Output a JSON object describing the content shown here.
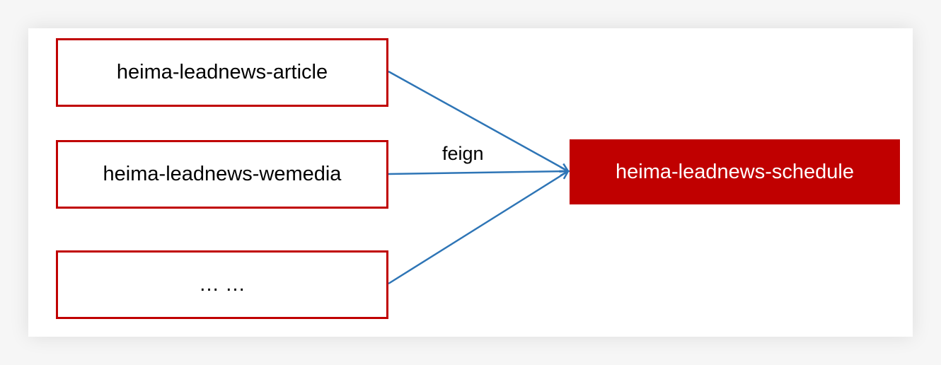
{
  "diagram": {
    "nodes": {
      "article": {
        "label": "heima-leadnews-article"
      },
      "wemedia": {
        "label": "heima-leadnews-wemedia"
      },
      "more": {
        "label": "… …"
      },
      "schedule": {
        "label": "heima-leadnews-schedule"
      }
    },
    "edge_label": "feign",
    "colors": {
      "box_border": "#c00000",
      "target_fill": "#c00000",
      "arrow": "#2e75b6"
    },
    "edges": [
      {
        "from": "article",
        "to": "schedule"
      },
      {
        "from": "wemedia",
        "to": "schedule"
      },
      {
        "from": "more",
        "to": "schedule"
      }
    ]
  }
}
